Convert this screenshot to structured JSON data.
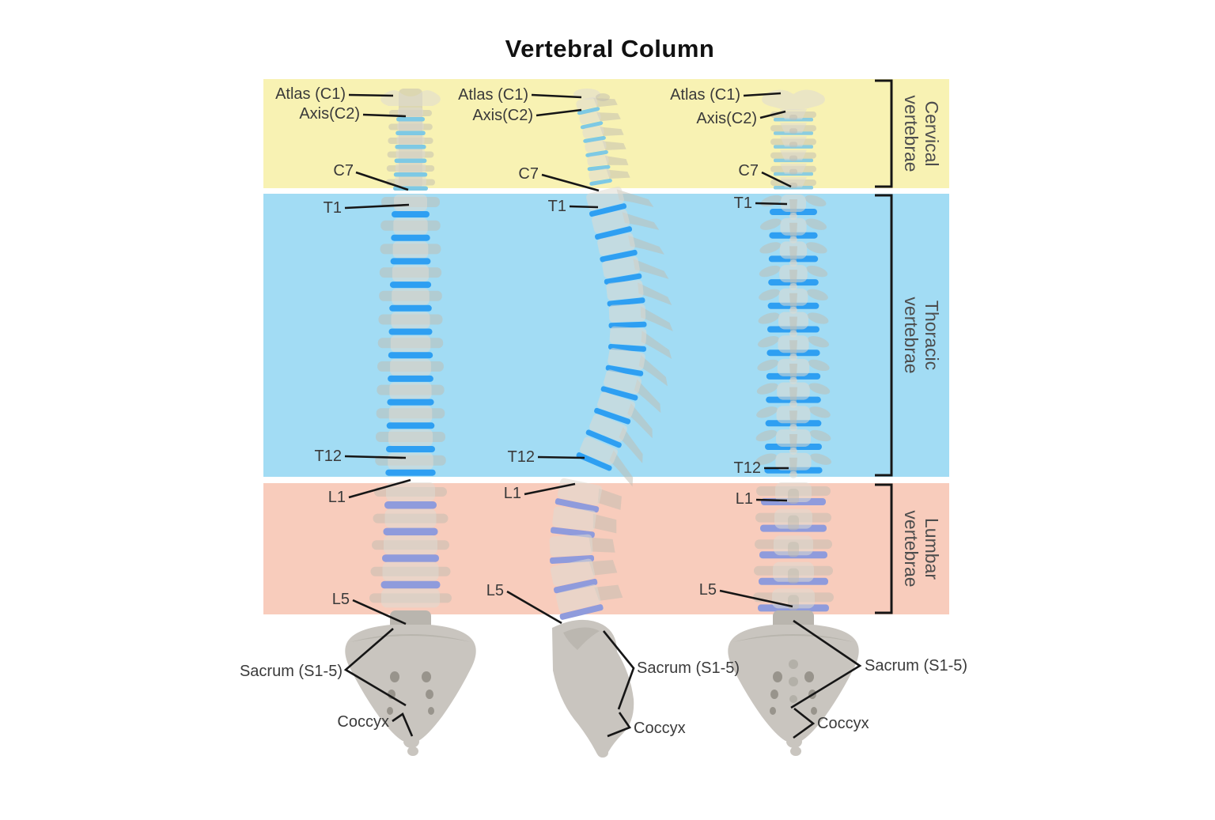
{
  "title": "Vertebral Column",
  "labels": {
    "atlas": "Atlas (C1)",
    "axis": "Axis(C2)",
    "c7": "C7",
    "t1": "T1",
    "t12": "T12",
    "l1": "L1",
    "l5": "L5",
    "sacrum": "Sacrum (S1-5)",
    "coccyx": "Coccyx"
  },
  "regions": {
    "cervical": {
      "label": "Cervical\nvertebrae",
      "band_color": "#f8f2b3"
    },
    "thoracic": {
      "label": "Thoracic\nvertebrae",
      "band_color": "#a2dcf4"
    },
    "lumbar": {
      "label": "Lumbar\nvertebrae",
      "band_color": "#f8ccbc"
    }
  },
  "colors": {
    "band_cervical": "#f8f2b3",
    "band_thoracic": "#a2dcf4",
    "band_lumbar": "#f8ccbc",
    "disc_cervical": "#7ec9e4",
    "disc_thoracic": "#2e9ff2",
    "disc_lumbar": "#8f9bdc",
    "bone": "#dfdbd1",
    "bone_shade": "#bfbbb0",
    "sacrum_bone": "#c9c5bf",
    "sacrum_shade": "#aeaaa2",
    "foramen": "#8f8b82",
    "junction": "#b9b5ae",
    "label_text": "#3a3a3a",
    "region_text": "#4d4d4d",
    "line": "#161616",
    "title_text": "#111111"
  }
}
